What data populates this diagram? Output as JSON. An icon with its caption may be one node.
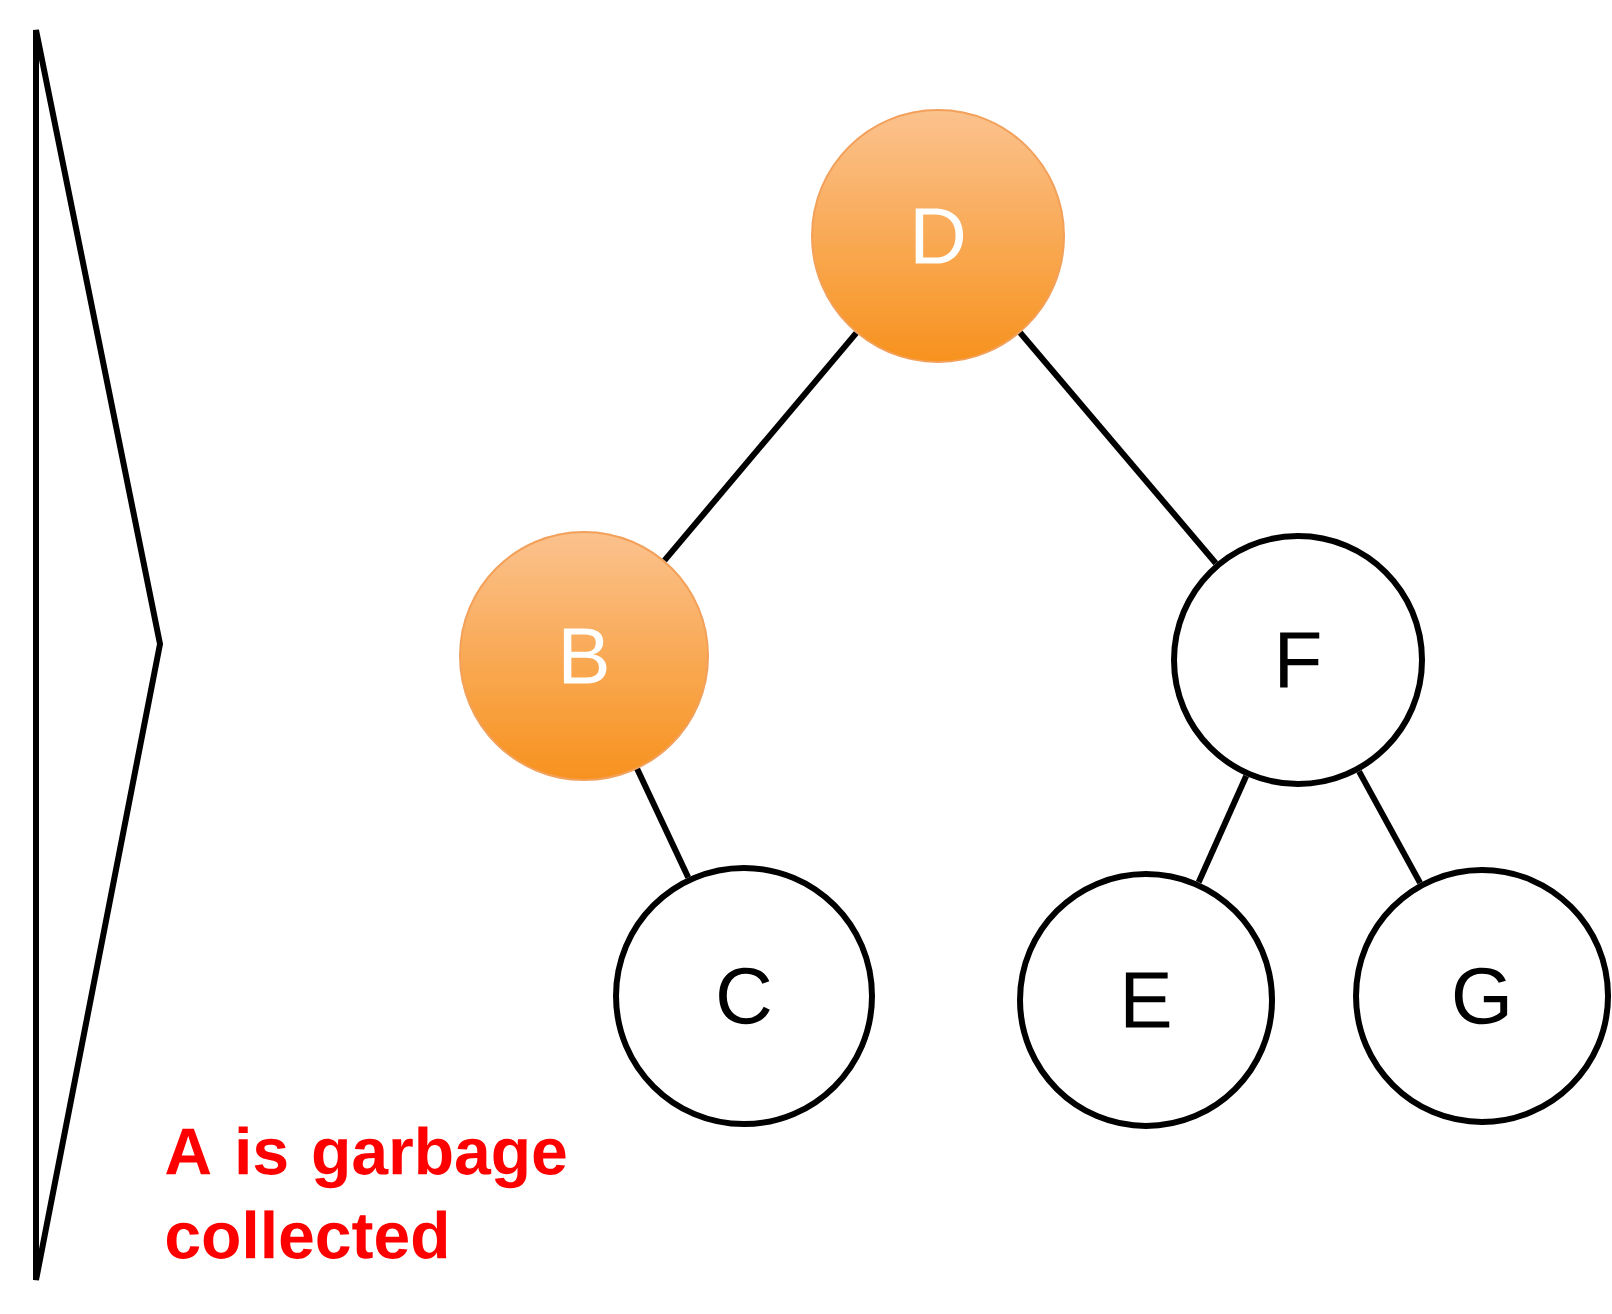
{
  "diagram": {
    "nodes": [
      {
        "text": [],
        "shape": "triangle"
      },
      {
        "text": [
          "D"
        ]
      },
      {
        "text": [
          "B"
        ]
      },
      {
        "text": [
          "F"
        ]
      },
      {
        "text": [
          "C"
        ]
      },
      {
        "text": [
          "E"
        ]
      },
      {
        "text": [
          "G"
        ]
      }
    ],
    "edges": [
      {
        "from": 1,
        "to": 2,
        "arrow": "none"
      },
      {
        "from": 1,
        "to": 3,
        "arrow": "none"
      },
      {
        "from": 2,
        "to": 4,
        "arrow": "none"
      },
      {
        "from": 3,
        "to": 5,
        "arrow": "none"
      },
      {
        "from": 3,
        "to": 6,
        "arrow": "none"
      }
    ],
    "labels": [
      "A is garbage collected"
    ]
  }
}
